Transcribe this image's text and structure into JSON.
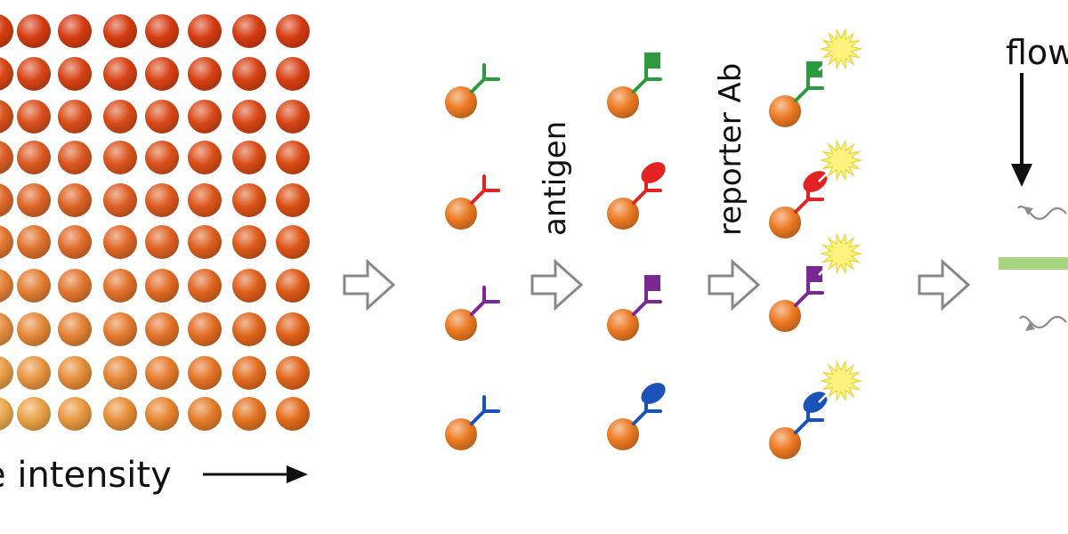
{
  "labels": {
    "intensity": "e intensity",
    "antigen": "antigen",
    "reporter": "reporter Ab",
    "flow": "flow"
  },
  "grid": {
    "rows": 10,
    "cols": 8,
    "top_color": "#d63c12",
    "bottom_left_color": "#ecaa4e",
    "bottom_right_color": "#e36a1a"
  },
  "colors": {
    "bead": "#ec7a22",
    "bead_highlight": "#fbd2a0",
    "green": "#2e9a3f",
    "red": "#e22323",
    "purple": "#7a2894",
    "blue": "#1a52b8",
    "glow": "#fff278",
    "glow_stroke": "#e8d22c",
    "stage_arrow": "#888888",
    "detector_bar": "#a8d67f",
    "emission": "#8c8c8c",
    "black_arrow": "#111111"
  },
  "capture_shapes": [
    "green-y",
    "red-y",
    "purple-y",
    "blue-y"
  ],
  "antigen_shapes": [
    "square",
    "oval",
    "square",
    "oval"
  ]
}
